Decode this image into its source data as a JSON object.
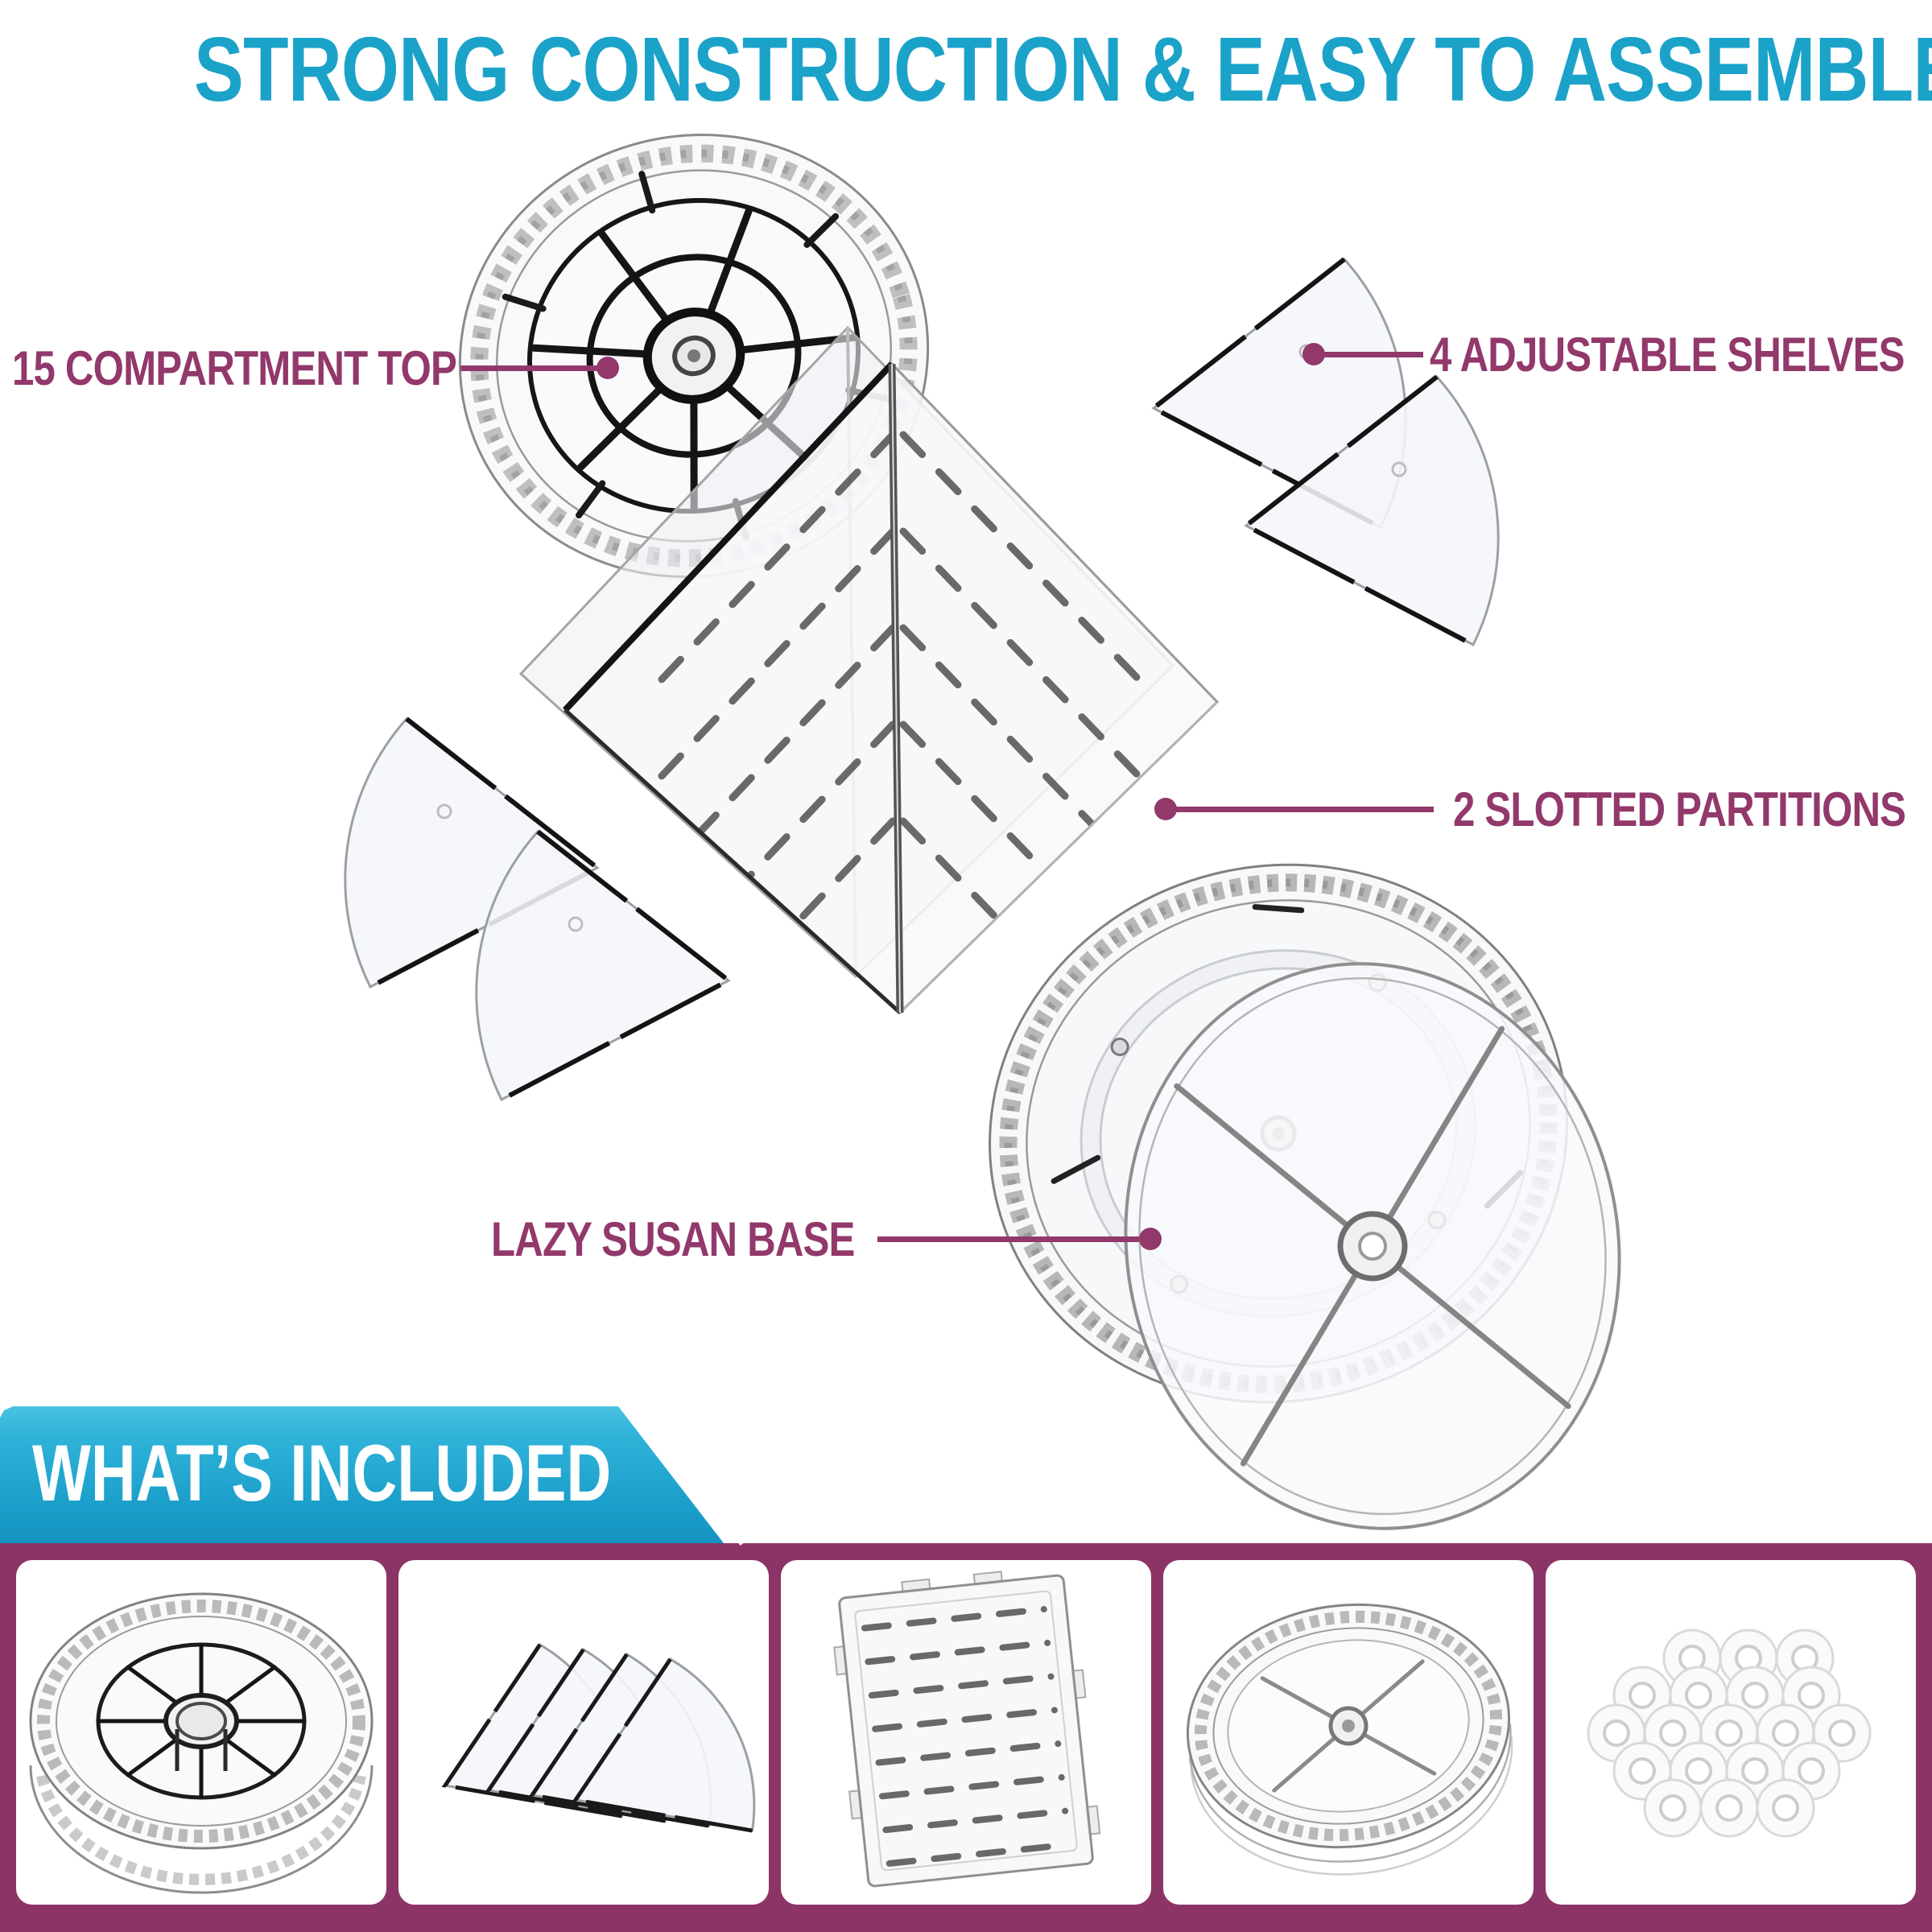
{
  "title": {
    "text": "STRONG CONSTRUCTION & EASY TO ASSEMBLE",
    "color": "#1BA2C9"
  },
  "callouts": {
    "color": "#92386B",
    "compartment_top": "15 COMPARTMENT TOP",
    "adjustable_shelves": "4 ADJUSTABLE SHELVES",
    "slotted_partitions": "2 SLOTTED PARTITIONS",
    "lazy_susan_base": "LAZY SUSAN BASE"
  },
  "banner": {
    "text": "WHAT’S INCLUDED",
    "gradient_top": "#49C2E2",
    "gradient_bottom": "#1693C0",
    "text_color": "#FFFFFF"
  },
  "included": {
    "band_color": "#8C3466",
    "card_background": "#FFFFFF",
    "items": [
      "compartment-top-photo",
      "adjustable-shelves-photo",
      "slotted-partition-photo",
      "lazy-susan-base-photo",
      "washers-photo"
    ]
  }
}
